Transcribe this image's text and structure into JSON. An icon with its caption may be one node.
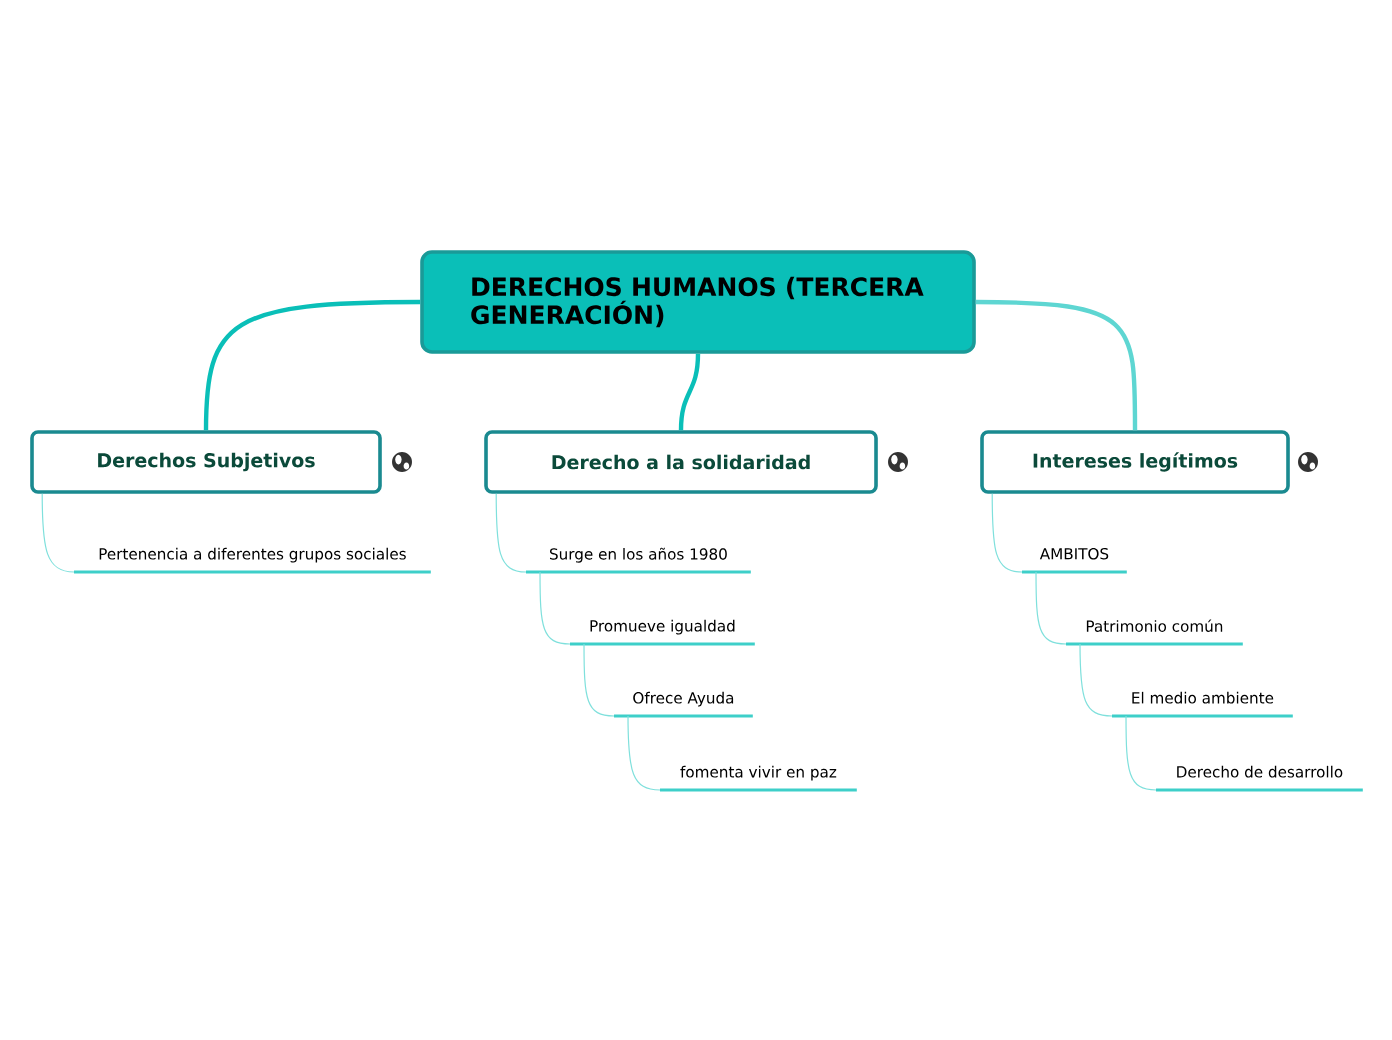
{
  "diagram": {
    "nodes": [
      {
        "text": [
          "DERECHOS HUMANOS (TERCERA GENERACIÓN)"
        ]
      },
      {
        "text": [
          "Derechos Subjetivos"
        ]
      },
      {
        "text": [
          "Pertenencia a diferentes grupos sociales"
        ]
      },
      {
        "text": [
          "Derecho a la solidaridad"
        ]
      },
      {
        "text": [
          "Surge en los años 1980"
        ]
      },
      {
        "text": [
          "Promueve igualdad"
        ]
      },
      {
        "text": [
          "Ofrece Ayuda"
        ]
      },
      {
        "text": [
          "fomenta vivir en paz"
        ]
      },
      {
        "text": [
          "Intereses legítimos"
        ]
      },
      {
        "text": [
          "AMBITOS"
        ]
      },
      {
        "text": [
          "Patrimonio común"
        ]
      },
      {
        "text": [
          "El medio ambiente"
        ]
      },
      {
        "text": [
          "Derecho de desarrollo"
        ]
      }
    ],
    "edges": [
      {
        "from": 0,
        "to": 1,
        "arrow": "none",
        "style": "thick",
        "color": "#0abfb8"
      },
      {
        "from": 0,
        "to": 3,
        "arrow": "none",
        "style": "thick",
        "color": "#0abfb8"
      },
      {
        "from": 0,
        "to": 8,
        "arrow": "none",
        "style": "thick",
        "color": "#5ed6d2"
      },
      {
        "from": 1,
        "to": 2,
        "arrow": "none"
      },
      {
        "from": 3,
        "to": 4,
        "arrow": "none"
      },
      {
        "from": 4,
        "to": 5,
        "arrow": "none"
      },
      {
        "from": 5,
        "to": 6,
        "arrow": "none"
      },
      {
        "from": 6,
        "to": 7,
        "arrow": "none"
      },
      {
        "from": 8,
        "to": 9,
        "arrow": "none"
      },
      {
        "from": 9,
        "to": 10,
        "arrow": "none"
      },
      {
        "from": 10,
        "to": 11,
        "arrow": "none"
      },
      {
        "from": 11,
        "to": 12,
        "arrow": "none"
      }
    ]
  }
}
